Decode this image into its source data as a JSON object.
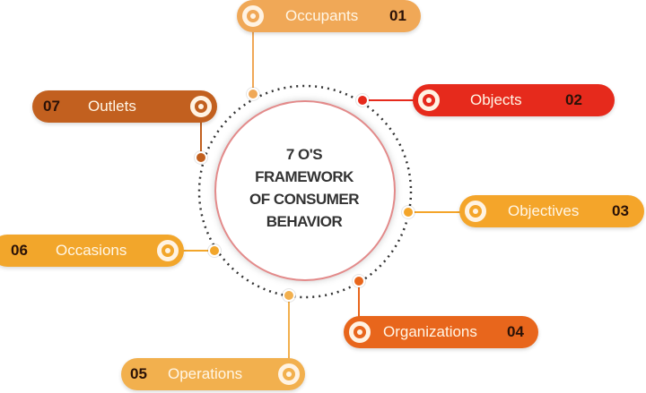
{
  "title_lines": [
    "7 O'S",
    "FRAMEWORK",
    "OF CONSUMER",
    "BEHAVIOR"
  ],
  "items": [
    {
      "num": "01",
      "label": "Occupants",
      "color": "#f0a857"
    },
    {
      "num": "02",
      "label": "Objects",
      "color": "#e62a1c"
    },
    {
      "num": "03",
      "label": "Objectives",
      "color": "#f4a52a"
    },
    {
      "num": "04",
      "label": "Organizations",
      "color": "#e8661c"
    },
    {
      "num": "05",
      "label": "Operations",
      "color": "#f2b04e"
    },
    {
      "num": "06",
      "label": "Occasions",
      "color": "#f2a62b"
    },
    {
      "num": "07",
      "label": "Outlets",
      "color": "#c2601f"
    }
  ]
}
